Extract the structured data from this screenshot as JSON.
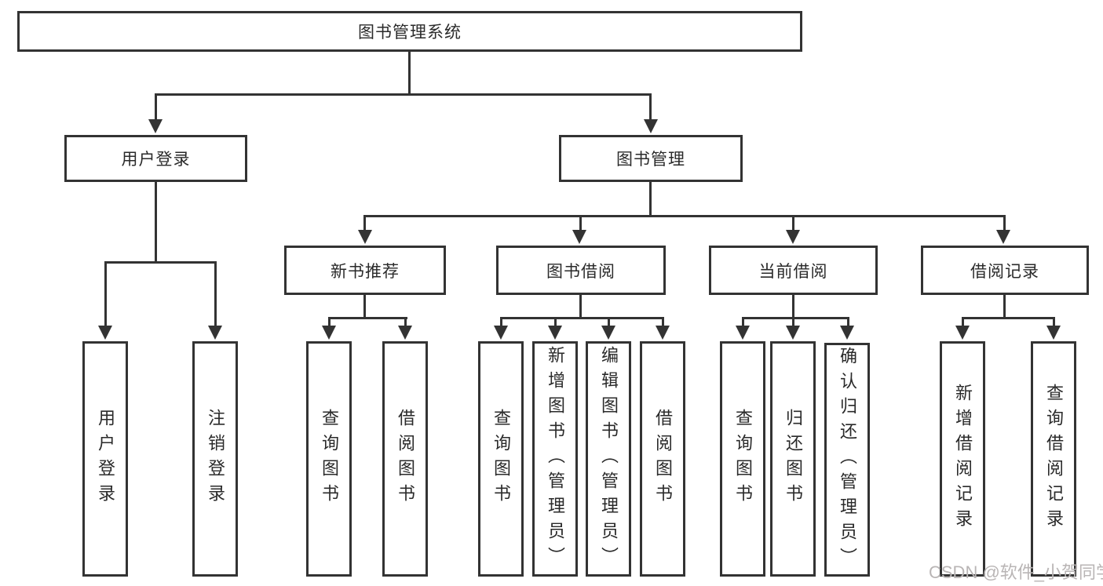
{
  "diagram_type": "hierarchy-tree",
  "colors": {
    "line": "#333333",
    "box_border": "#333333",
    "box_background": "#ffffff",
    "text": "#2a2a2a",
    "watermark": "#b9b5b5"
  },
  "tree": {
    "root": {
      "label": "图书管理系统",
      "children": [
        {
          "label": "用户登录",
          "children": [
            {
              "label": "用户登录"
            },
            {
              "label": "注销登录"
            }
          ]
        },
        {
          "label": "图书管理",
          "children": [
            {
              "label": "新书推荐",
              "children": [
                {
                  "label": "查询图书"
                },
                {
                  "label": "借阅图书"
                }
              ]
            },
            {
              "label": "图书借阅",
              "children": [
                {
                  "label": "查询图书"
                },
                {
                  "label": "新增图书（管理员）"
                },
                {
                  "label": "编辑图书（管理员）"
                },
                {
                  "label": "借阅图书"
                }
              ]
            },
            {
              "label": "当前借阅",
              "children": [
                {
                  "label": "查询图书"
                },
                {
                  "label": "归还图书"
                },
                {
                  "label": "确认归还（管理员）"
                }
              ]
            },
            {
              "label": "借阅记录",
              "children": [
                {
                  "label": "新增借阅记录"
                },
                {
                  "label": "查询借阅记录"
                }
              ]
            }
          ]
        }
      ]
    }
  },
  "watermark": {
    "text": "CSDN @软件_小贺同学"
  }
}
